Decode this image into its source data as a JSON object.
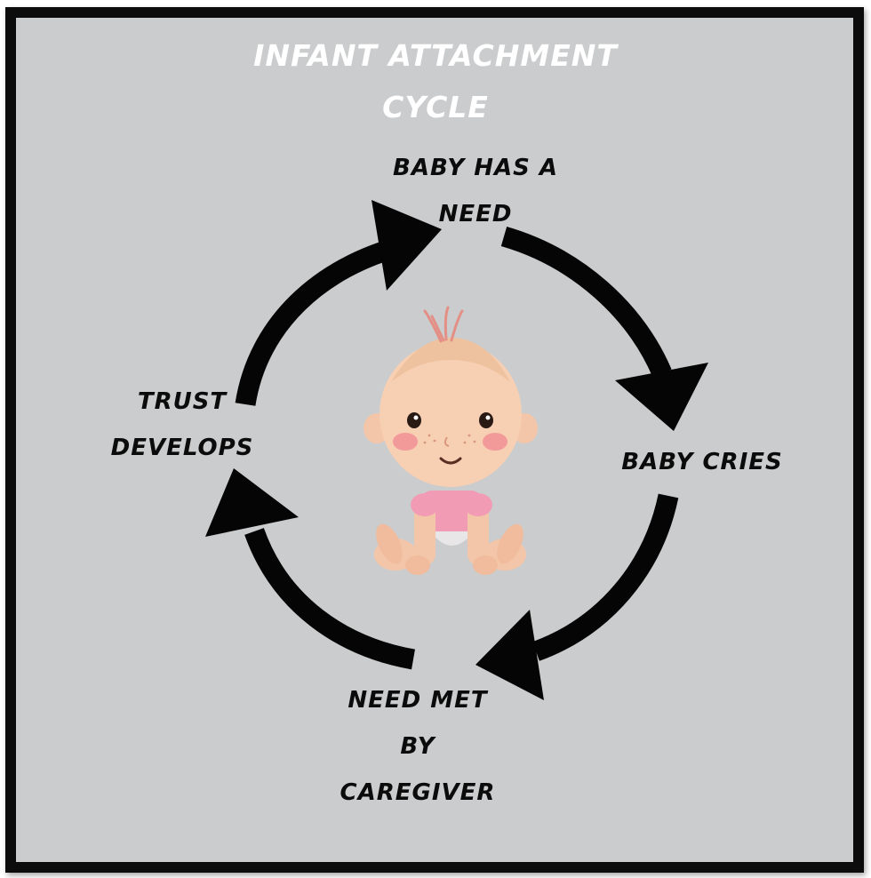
{
  "title": "INFANT ATTACHMENT\nCYCLE",
  "nodes": {
    "need": "BABY HAS A\nNEED",
    "cries": "BABY CRIES",
    "met": "NEED MET\nBY\nCAREGIVER",
    "trust": "TRUST\nDEVELOPS"
  },
  "colors": {
    "background": "#cbcccd",
    "frame": "#0c0c0c",
    "arrow": "#050505",
    "title_text": "#ffffff",
    "node_text": "#0b0b0b"
  },
  "center_image": "baby-illustration",
  "flow": [
    "need",
    "cries",
    "met",
    "trust"
  ]
}
